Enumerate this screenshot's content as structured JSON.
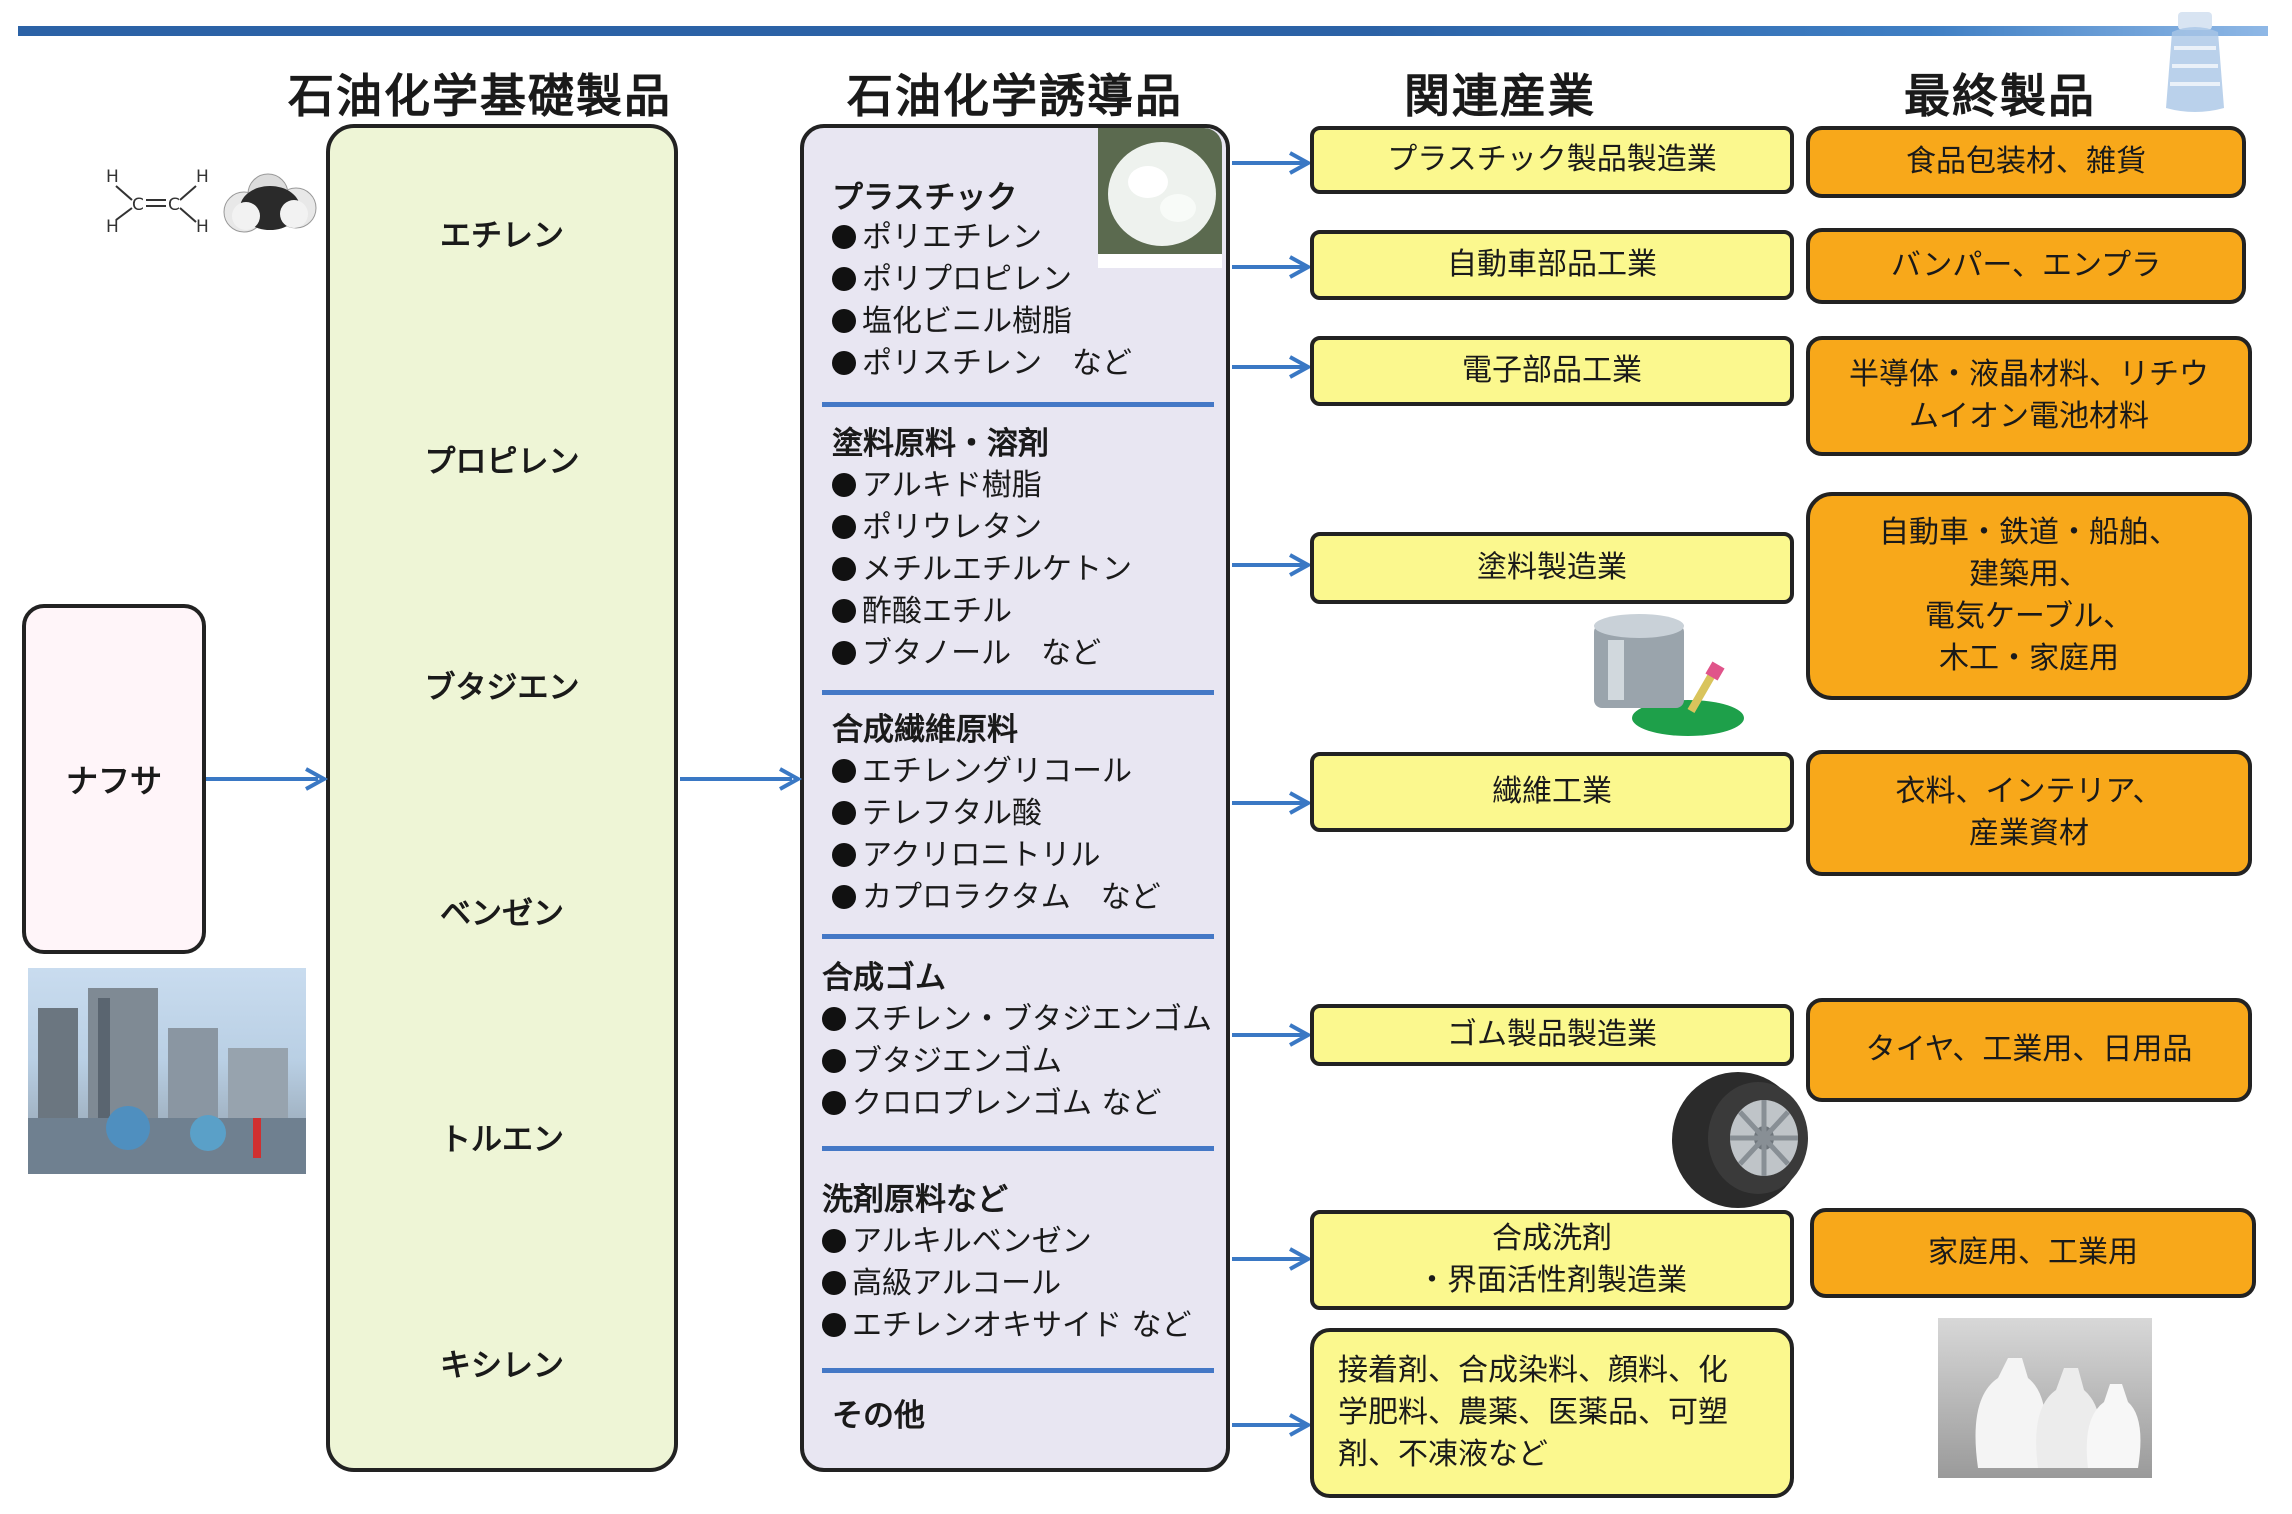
{
  "headers": {
    "basic": "石油化学基礎製品",
    "derived": "石油化学誘導品",
    "industry": "関連産業",
    "final": "最終製品"
  },
  "naphtha": "ナフサ",
  "basic_products": [
    "エチレン",
    "プロピレン",
    "ブタジエン",
    "ベンゼン",
    "トルエン",
    "キシレン"
  ],
  "molecule": {
    "h": "H",
    "c": "C"
  },
  "derived_sections": [
    {
      "title": "プラスチック",
      "items": [
        "ポリエチレン",
        "ポリプロピレン",
        "塩化ビニル樹脂",
        "ポリスチレン　など"
      ]
    },
    {
      "title": "塗料原料・溶剤",
      "items": [
        "アルキド樹脂",
        "ポリウレタン",
        "メチルエチルケトン",
        "酢酸エチル",
        "ブタノール　など"
      ]
    },
    {
      "title": "合成繊維原料",
      "items": [
        "エチレングリコール",
        "テレフタル酸",
        "アクリロニトリル",
        "カプロラクタム　など"
      ]
    },
    {
      "title": "合成ゴム",
      "items": [
        "スチレン・ブタジエンゴム",
        "ブタジエンゴム",
        "クロロプレンゴム など"
      ]
    },
    {
      "title": "洗剤原料など",
      "items": [
        "アルキルベンゼン",
        "高級アルコール",
        "エチレンオキサイド など"
      ]
    },
    {
      "title": "その他",
      "items": []
    }
  ],
  "industries": [
    "プラスチック製品製造業",
    "自動車部品工業",
    "電子部品工業",
    "塗料製造業",
    "繊維工業",
    "ゴム製品製造業",
    "合成洗剤\n・界面活性剤製造業",
    "接着剤、合成染料、顔料、化\n学肥料、農薬、医薬品、可塑\n剤、不凍液など"
  ],
  "final_products": [
    "食品包装材、雑貨",
    "バンパー、エンプラ",
    "半導体・液晶材料、リチウ\nムイオン電池材料",
    "自動車・鉄道・船舶、\n建築用、\n電気ケーブル、\n木工・家庭用",
    "衣料、インテリア、\n産業資材",
    "タイヤ、工業用、日用品",
    "家庭用、工業用"
  ],
  "colors": {
    "topbar": "#2b62a6",
    "basic_fill": "#eef5d6",
    "derived_fill": "#e8e6f2",
    "separator": "#4478c6",
    "industry_fill": "#fbf88e",
    "final_fill": "#f8a81a",
    "arrow": "#3a78c4"
  }
}
